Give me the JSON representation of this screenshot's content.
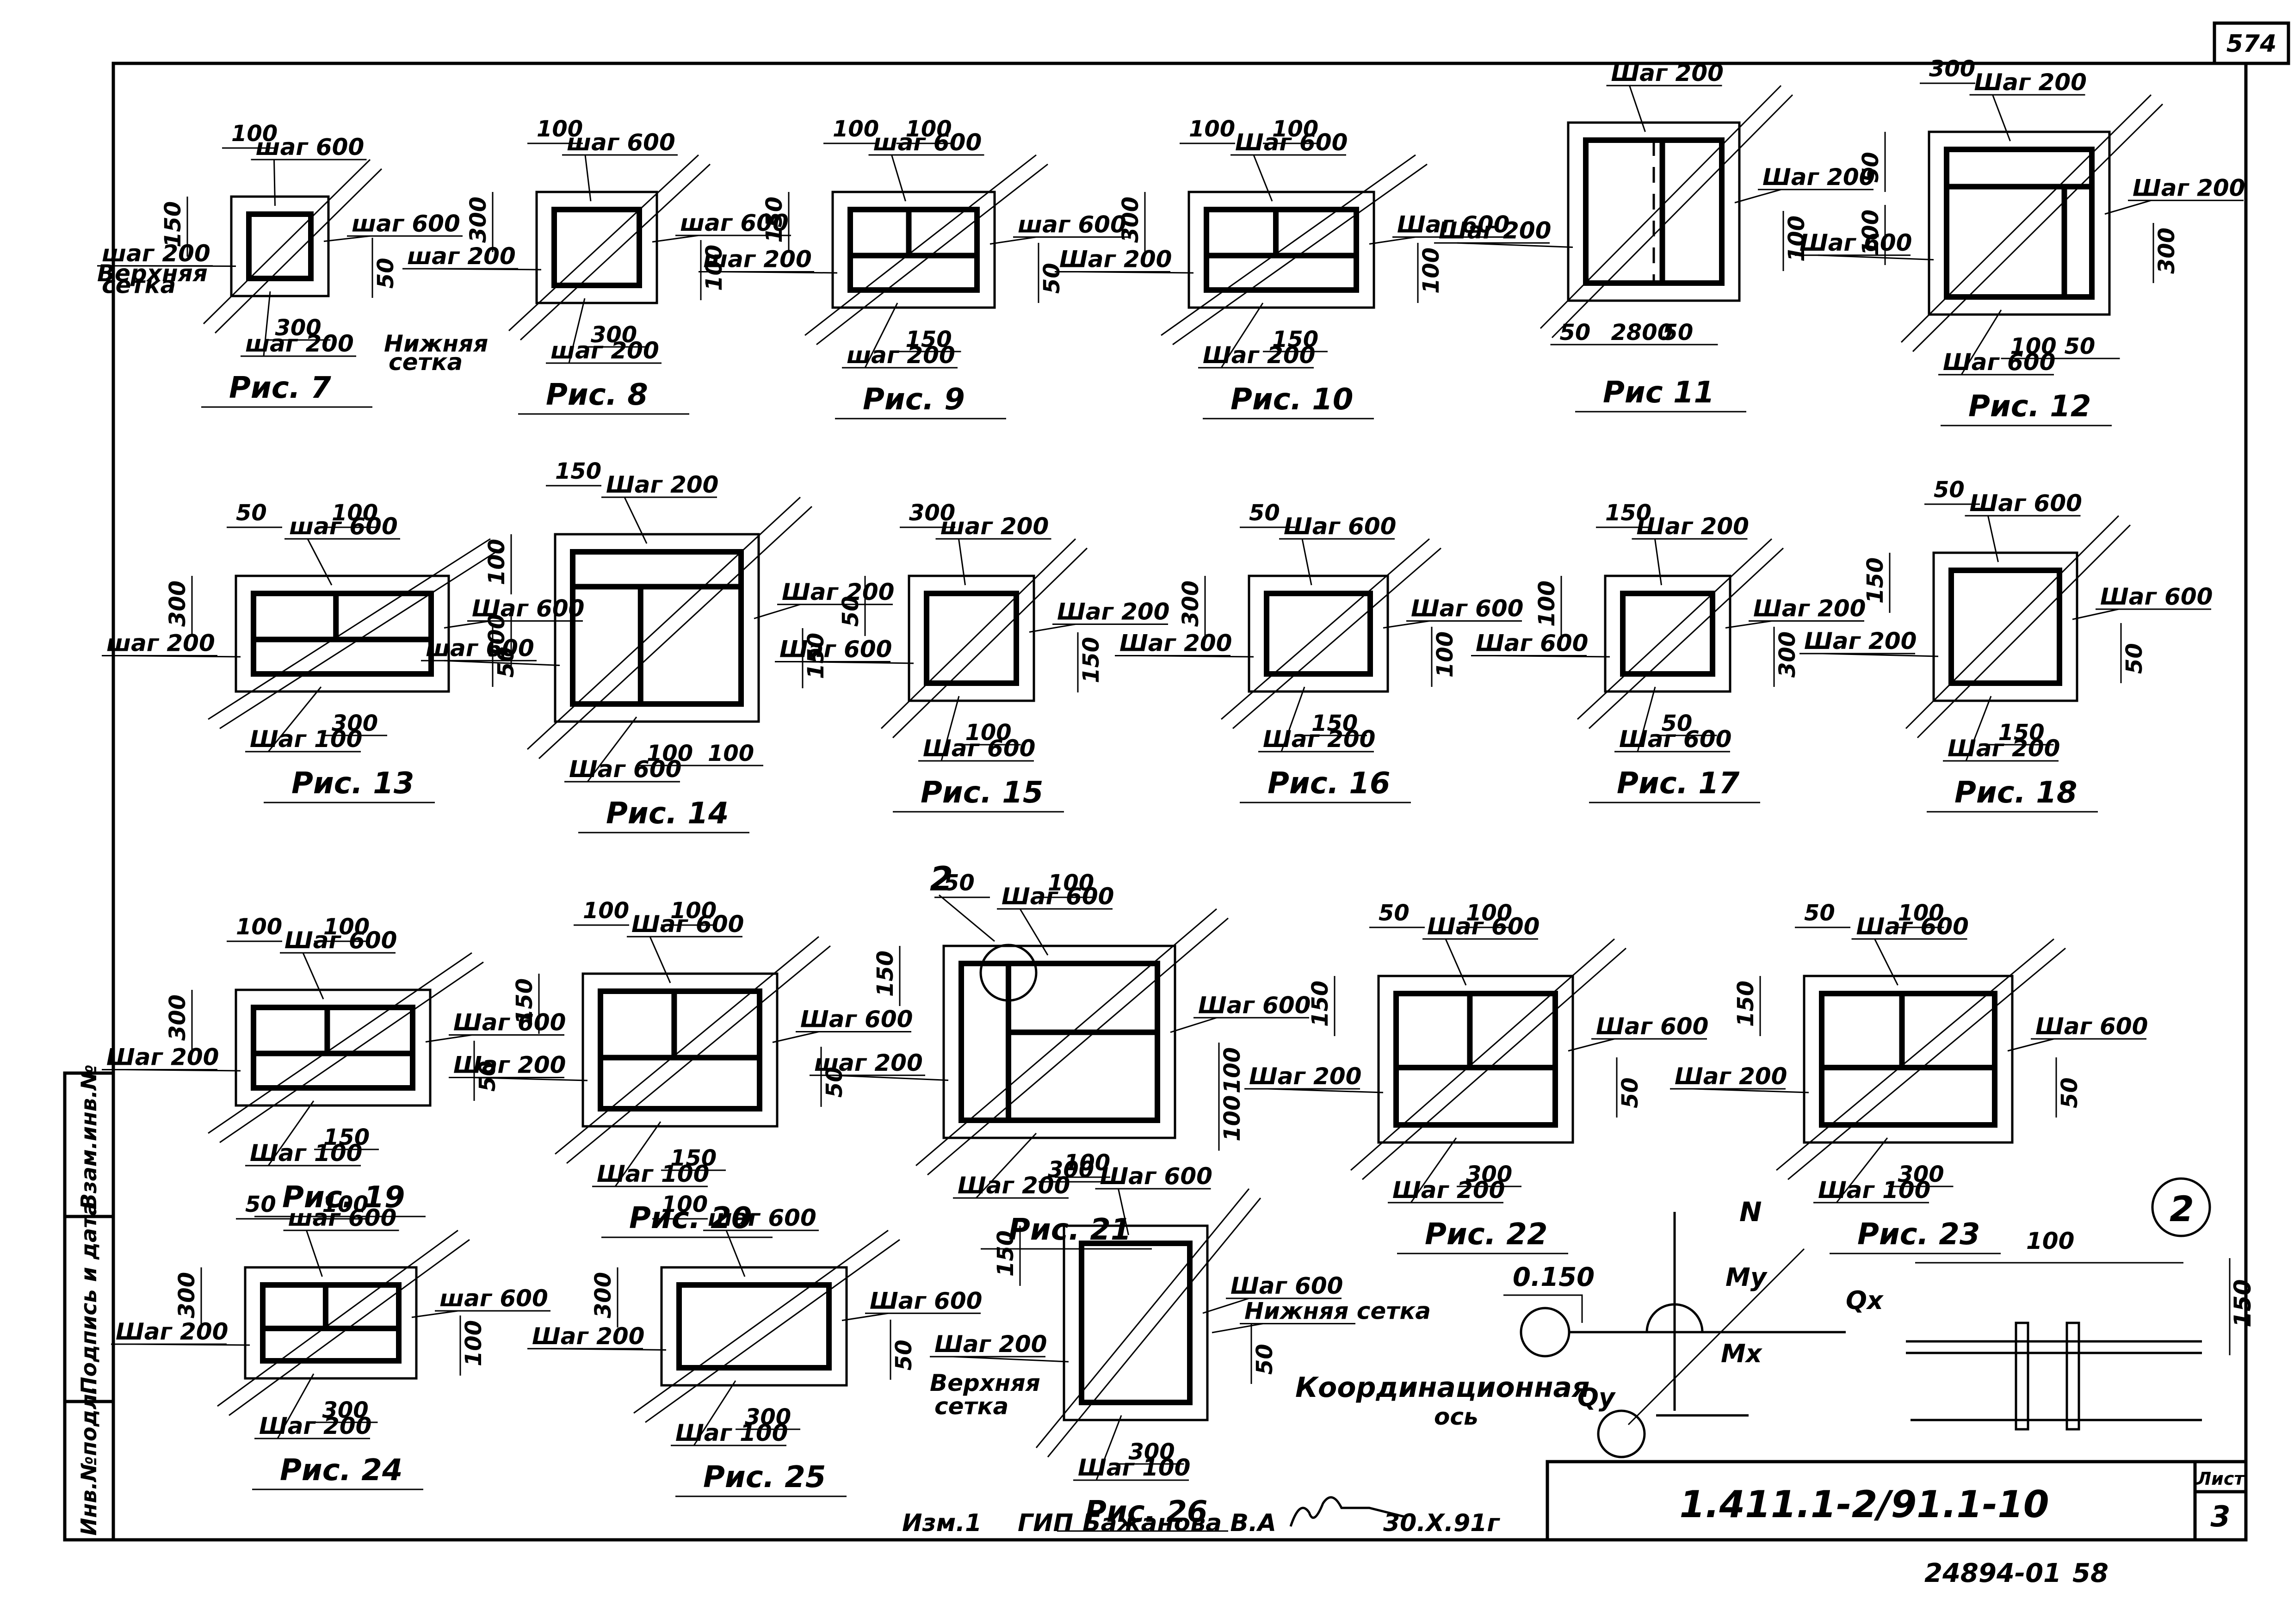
{
  "sheet": {
    "corner_number": "574",
    "doc_code": "1.411.1-2/91.1-10",
    "sheet_label": "Лист",
    "sheet_number": "3",
    "archive_number": "24894-01",
    "archive_page": "58",
    "revision": "Изм.1",
    "role": "ГИП",
    "engineer": "Бажанова В.А",
    "date": "30.X.91г",
    "side_stamp": [
      "Инв.№подл.",
      "Подпись и дата",
      "Взам.инв.№"
    ]
  },
  "figures": [
    {
      "caption": "Рис. 7",
      "walls": [
        1
      ],
      "dims": {
        "top": [
          "100"
        ],
        "left": [
          "150"
        ],
        "right": [
          "50"
        ],
        "bottom": [
          "300"
        ]
      },
      "labels": [
        {
          "t": "шаг 600",
          "pos": "top"
        },
        {
          "t": "шаг 600",
          "pos": "right"
        },
        {
          "t": "шаг 200",
          "pos": "left"
        },
        {
          "t": "Верхняя",
          "pos": "left2"
        },
        {
          "t": "сетка",
          "pos": "left3"
        },
        {
          "t": "шаг 200",
          "pos": "bottom"
        },
        {
          "t": "Нижняя",
          "pos": "bottom2"
        },
        {
          "t": "сетка",
          "pos": "bottom3"
        }
      ]
    },
    {
      "caption": "Рис. 8",
      "walls": [
        1
      ],
      "dims": {
        "top": [
          "100"
        ],
        "left": [
          "300"
        ],
        "right": [
          "100"
        ],
        "bottom": [
          "300"
        ]
      },
      "labels": [
        {
          "t": "шаг 600",
          "pos": "top"
        },
        {
          "t": "шаг 600",
          "pos": "right"
        },
        {
          "t": "шаг 200",
          "pos": "left"
        },
        {
          "t": "шаг 200",
          "pos": "bottom"
        }
      ]
    },
    {
      "caption": "Рис. 9",
      "walls": [
        2
      ],
      "dims": {
        "top": [
          "100",
          "100"
        ],
        "left": [
          "150"
        ],
        "right": [
          "50"
        ],
        "bottom": [
          "150"
        ]
      },
      "labels": [
        {
          "t": "шаг 600",
          "pos": "top"
        },
        {
          "t": "шаг 600",
          "pos": "right"
        },
        {
          "t": "шаг 200",
          "pos": "left"
        },
        {
          "t": "шаг 200",
          "pos": "bottom"
        }
      ]
    },
    {
      "caption": "Рис. 10",
      "walls": [
        2
      ],
      "dims": {
        "top": [
          "100",
          "100"
        ],
        "left": [
          "300"
        ],
        "right": [
          "100"
        ],
        "bottom": [
          "150"
        ]
      },
      "labels": [
        {
          "t": "Шаг 600",
          "pos": "top"
        },
        {
          "t": "Шаг 600",
          "pos": "right"
        },
        {
          "t": "Шаг 200",
          "pos": "left"
        },
        {
          "t": "Шаг 200",
          "pos": "bottom"
        }
      ]
    },
    {
      "caption": "Рис 11",
      "walls": [
        2
      ],
      "dashed": true,
      "dims": {
        "top": [],
        "left": [],
        "right": [
          "100"
        ],
        "bottom": [
          "50",
          "2800",
          "50"
        ]
      },
      "labels": [
        {
          "t": "Шаг 200",
          "pos": "top"
        },
        {
          "t": "Шаг 200",
          "pos": "right"
        },
        {
          "t": "Шаг 200",
          "pos": "left"
        }
      ]
    },
    {
      "caption": "Рис. 12",
      "walls": [
        3
      ],
      "dims": {
        "top": [
          "300"
        ],
        "left": [
          "50",
          "100"
        ],
        "right": [
          "300"
        ],
        "bottom": [
          "100",
          "50"
        ]
      },
      "labels": [
        {
          "t": "Шаг 200",
          "pos": "top"
        },
        {
          "t": "Шаг 200",
          "pos": "right"
        },
        {
          "t": "Шаг 600",
          "pos": "left"
        },
        {
          "t": "Шаг 600",
          "pos": "bottom"
        }
      ]
    },
    {
      "caption": "Рис. 13",
      "walls": [
        2
      ],
      "dims": {
        "top": [
          "50",
          "100"
        ],
        "left": [
          "300"
        ],
        "right": [
          "50"
        ],
        "bottom": [
          "300"
        ]
      },
      "labels": [
        {
          "t": "шаг 600",
          "pos": "top"
        },
        {
          "t": "Шаг 600",
          "pos": "right"
        },
        {
          "t": "шаг 200",
          "pos": "left"
        },
        {
          "t": "Шаг 100",
          "pos": "bottom"
        }
      ]
    },
    {
      "caption": "Рис. 14",
      "walls": [
        4
      ],
      "dims": {
        "top": [
          "150"
        ],
        "left": [
          "100",
          "100"
        ],
        "right": [
          "150"
        ],
        "bottom": [
          "100",
          "100"
        ]
      },
      "labels": [
        {
          "t": "Шаг 200",
          "pos": "top"
        },
        {
          "t": "Шаг 200",
          "pos": "right"
        },
        {
          "t": "шаг 600",
          "pos": "left"
        },
        {
          "t": "Шаг 600",
          "pos": "bottom"
        }
      ]
    },
    {
      "caption": "Рис. 15",
      "walls": [
        1
      ],
      "dims": {
        "top": [
          "300"
        ],
        "left": [
          "50"
        ],
        "right": [
          "150"
        ],
        "bottom": [
          "100"
        ]
      },
      "labels": [
        {
          "t": "шаг 200",
          "pos": "top"
        },
        {
          "t": "Шаг 200",
          "pos": "right"
        },
        {
          "t": "Шаг 600",
          "pos": "left"
        },
        {
          "t": "Шаг 600",
          "pos": "bottom"
        }
      ]
    },
    {
      "caption": "Рис. 16",
      "walls": [
        1
      ],
      "dims": {
        "top": [
          "50"
        ],
        "left": [
          "300"
        ],
        "right": [
          "100"
        ],
        "bottom": [
          "150"
        ]
      },
      "labels": [
        {
          "t": "Шаг 600",
          "pos": "top"
        },
        {
          "t": "Шаг 600",
          "pos": "right"
        },
        {
          "t": "Шаг 200",
          "pos": "left"
        },
        {
          "t": "Шаг 200",
          "pos": "bottom"
        }
      ]
    },
    {
      "caption": "Рис. 17",
      "walls": [
        1
      ],
      "dims": {
        "top": [
          "150"
        ],
        "left": [
          "100"
        ],
        "right": [
          "300"
        ],
        "bottom": [
          "50"
        ]
      },
      "labels": [
        {
          "t": "Шаг 200",
          "pos": "top"
        },
        {
          "t": "Шаг 200",
          "pos": "right"
        },
        {
          "t": "Шаг 600",
          "pos": "left"
        },
        {
          "t": "Шаг 600",
          "pos": "bottom"
        }
      ]
    },
    {
      "caption": "Рис. 18",
      "walls": [
        1
      ],
      "dims": {
        "top": [
          "50"
        ],
        "left": [
          "150"
        ],
        "right": [
          "50"
        ],
        "bottom": [
          "150"
        ]
      },
      "labels": [
        {
          "t": "Шаг 600",
          "pos": "top"
        },
        {
          "t": "Шаг 600",
          "pos": "right"
        },
        {
          "t": "Шаг 200",
          "pos": "left"
        },
        {
          "t": "Шаг 200",
          "pos": "bottom"
        }
      ]
    },
    {
      "caption": "Рис. 19",
      "walls": [
        2
      ],
      "dims": {
        "top": [
          "100",
          "100"
        ],
        "left": [
          "300"
        ],
        "right": [
          "50"
        ],
        "bottom": [
          "150"
        ]
      },
      "labels": [
        {
          "t": "Шаг 600",
          "pos": "top"
        },
        {
          "t": "Шаг 600",
          "pos": "right"
        },
        {
          "t": "Шаг 200",
          "pos": "left"
        },
        {
          "t": "Шаг 100",
          "pos": "bottom"
        }
      ]
    },
    {
      "caption": "Рис. 20",
      "walls": [
        2
      ],
      "dims": {
        "top": [
          "100",
          "100"
        ],
        "left": [
          "150"
        ],
        "right": [
          "50"
        ],
        "bottom": [
          "150"
        ]
      },
      "labels": [
        {
          "t": "Шаг 600",
          "pos": "top"
        },
        {
          "t": "Шаг 600",
          "pos": "right"
        },
        {
          "t": "Шаг 200",
          "pos": "left"
        },
        {
          "t": "Шаг 100",
          "pos": "bottom"
        }
      ]
    },
    {
      "caption": "Рис. 21",
      "walls": [
        5
      ],
      "node": "2",
      "dims": {
        "top": [
          "50",
          "100"
        ],
        "left": [
          "150"
        ],
        "right": [
          "100",
          "100"
        ],
        "bottom": [
          "300"
        ]
      },
      "labels": [
        {
          "t": "Шаг 600",
          "pos": "top"
        },
        {
          "t": "Шаг 600",
          "pos": "right"
        },
        {
          "t": "шаг 200",
          "pos": "left"
        },
        {
          "t": "Шаг 200",
          "pos": "bottom"
        }
      ]
    },
    {
      "caption": "Рис. 22",
      "walls": [
        2
      ],
      "dims": {
        "top": [
          "50",
          "100"
        ],
        "left": [
          "150"
        ],
        "right": [
          "50"
        ],
        "bottom": [
          "300"
        ]
      },
      "labels": [
        {
          "t": "Шаг 600",
          "pos": "top"
        },
        {
          "t": "Шаг 600",
          "pos": "right"
        },
        {
          "t": "Шаг 200",
          "pos": "left"
        },
        {
          "t": "Шаг 200",
          "pos": "bottom"
        }
      ]
    },
    {
      "caption": "Рис. 23",
      "walls": [
        2
      ],
      "dims": {
        "top": [
          "50",
          "100"
        ],
        "left": [
          "150"
        ],
        "right": [
          "50"
        ],
        "bottom": [
          "300"
        ]
      },
      "labels": [
        {
          "t": "Шаг 600",
          "pos": "top"
        },
        {
          "t": "Шаг 600",
          "pos": "right"
        },
        {
          "t": "Шаг 200",
          "pos": "left"
        },
        {
          "t": "Шаг 100",
          "pos": "bottom"
        }
      ]
    },
    {
      "caption": "Рис. 24",
      "walls": [
        2
      ],
      "dims": {
        "top": [
          "50",
          "100"
        ],
        "left": [
          "300"
        ],
        "right": [
          "100"
        ],
        "bottom": [
          "300"
        ]
      },
      "labels": [
        {
          "t": "шаг 600",
          "pos": "top"
        },
        {
          "t": "шаг 600",
          "pos": "right"
        },
        {
          "t": "Шаг 200",
          "pos": "left"
        },
        {
          "t": "Шаг 200",
          "pos": "bottom"
        }
      ]
    },
    {
      "caption": "Рис. 25",
      "walls": [
        1
      ],
      "dims": {
        "top": [
          "100"
        ],
        "left": [
          "300"
        ],
        "right": [
          "50"
        ],
        "bottom": [
          "300"
        ]
      },
      "labels": [
        {
          "t": "шаг 600",
          "pos": "top"
        },
        {
          "t": "Шаг 600",
          "pos": "right"
        },
        {
          "t": "Шаг 200",
          "pos": "left"
        },
        {
          "t": "Шаг 100",
          "pos": "bottom"
        }
      ]
    },
    {
      "caption": "Рис. 26",
      "walls": [
        1
      ],
      "dims": {
        "top": [
          "100"
        ],
        "left": [
          "150"
        ],
        "right": [
          "50"
        ],
        "bottom": [
          "300"
        ]
      },
      "labels": [
        {
          "t": "Шаг 600",
          "pos": "top"
        },
        {
          "t": "Шаг 600",
          "pos": "right"
        },
        {
          "t": "Шаг 200",
          "pos": "left"
        },
        {
          "t": "Верхняя",
          "pos": "left2"
        },
        {
          "t": "сетка",
          "pos": "left3"
        },
        {
          "t": "Шаг 100",
          "pos": "bottom"
        },
        {
          "t": "Нижняя сетка",
          "pos": "right2"
        }
      ]
    }
  ],
  "load_scheme": {
    "level": "0.150",
    "axis_label": "Координационная",
    "axis_label2": "ось",
    "N": "N",
    "My": "My",
    "Mx": "Mx",
    "Qx": "Qx",
    "Qy": "Qy"
  },
  "node_detail": {
    "callout": "2",
    "dim_top": "100",
    "dim_right": "150"
  }
}
